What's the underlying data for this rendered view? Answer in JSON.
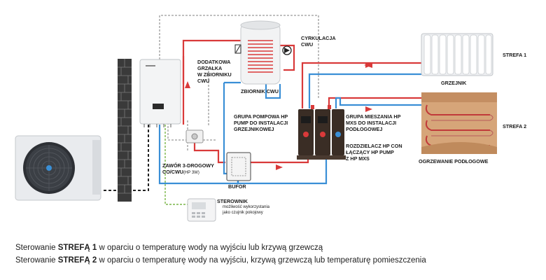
{
  "labels": {
    "tank": "ZBIORNIK CWU",
    "circulation": [
      "CYRKULACJA",
      "CWU"
    ],
    "heater": [
      "DODATKOWA",
      "GRZAŁKA",
      "W ZBIORNIKU",
      "CWU"
    ],
    "radiator": "GRZEJNIK",
    "zone1": "STREFA 1",
    "zone2": "STREFA 2",
    "pump_group": [
      "GRUPA POMPOWA HP",
      "PUMP DO INSTALACJI",
      "GRZEJNIKOWEJ"
    ],
    "mixing_group": [
      "GRUPA MIESZANIA HP",
      "MXS DO INSTALACJI",
      "PODŁOGOWEJ"
    ],
    "distributor": [
      "ROZDZIELACZ HP CON",
      "ŁĄCZĄCY HP PUMP",
      "Z HP MXS"
    ],
    "floor_heating": "OGRZEWANIE PODŁOGOWE",
    "valve_main": [
      "ZAWÓR 3-DROGOWY",
      "CO/CWU"
    ],
    "valve_model": "(HP 3W)",
    "buffer": "BUFOR",
    "controller": "STEROWNIK",
    "controller_note": [
      "możliwość wykorzystania",
      "jako czujnik pokojowy"
    ]
  },
  "captions": [
    {
      "pre": "Sterowanie ",
      "bold": "STREFĄ 1",
      "post": " w oparciu o temperaturę wody na wyjściu lub krzywą grzewczą"
    },
    {
      "pre": "Sterowanie ",
      "bold": "STREFĄ 2",
      "post": " w oparciu o temperaturę wody na wyjściu, krzywą grzewczą lub temperaturę pomieszczenia"
    }
  ],
  "colors": {
    "supply": "#d93a3a",
    "return": "#3a8fd6",
    "control": "#9a9a9a",
    "sensor": "#7ab648",
    "comms": "#222222"
  }
}
